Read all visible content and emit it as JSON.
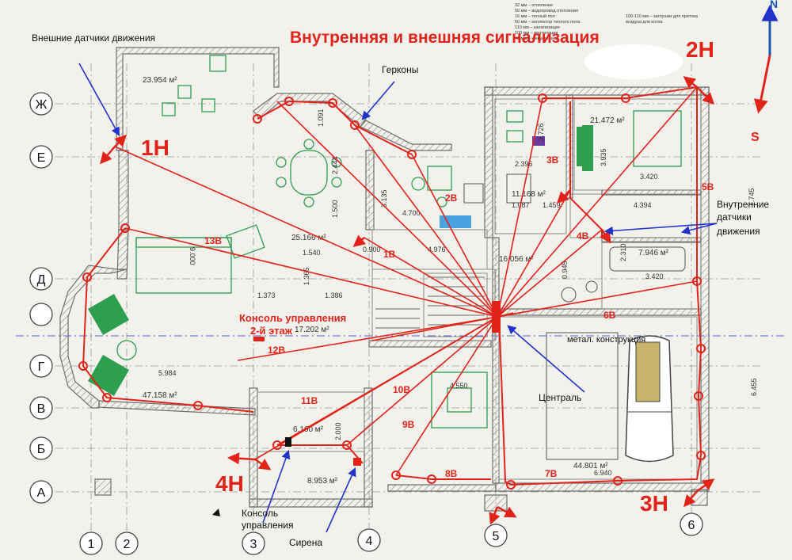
{
  "title": "Внутренняя и внешняя сигнализация",
  "colors": {
    "alarm": "#e2231a",
    "pointer": "#2233cc",
    "wall": "#8a8a8a",
    "furniture": "#2e9e4f",
    "compass_north": "#1b56b5"
  },
  "compass": {
    "north": "N",
    "south": "S"
  },
  "annotations": {
    "outdoor_sensors": "Внешние датчики движения",
    "reed_switches": "Герконы",
    "indoor_sensors_1": "Внутренние",
    "indoor_sensors_2": "датчики",
    "indoor_sensors_3": "движения",
    "central": "Централь",
    "console_2nd_1": "Консоль управления",
    "console_2nd_2": "2-й этаж",
    "console_1": "Консоль",
    "console_2": "управления",
    "siren": "Сирена",
    "metal": "метал. конструкция"
  },
  "outdoor_zones": [
    "1Н",
    "2Н",
    "3Н",
    "4Н"
  ],
  "indoor_zones": [
    "1В",
    "2В",
    "3В",
    "4В",
    "5В",
    "6В",
    "7В",
    "8В",
    "9В",
    "10В",
    "11В",
    "12В",
    "13В"
  ],
  "row_axes": [
    "Ж",
    "Е",
    "Д",
    "Г",
    "В",
    "Б",
    "А"
  ],
  "column_axes": [
    "1",
    "2",
    "3",
    "4",
    "5",
    "6"
  ],
  "areas": [
    "23.954 м²",
    "25.166 м²",
    "21.472 м²",
    "11.168 м²",
    "16.056 м²",
    "7.946 м²",
    "47.158 м²",
    "6.160 м²",
    "8.953 м²",
    "44.801 м²",
    "17.202 м²"
  ],
  "dimensions": [
    "1.091",
    "2.444",
    "3.135",
    "1.500",
    "1.365",
    "1.540",
    "1.373",
    "1.386",
    "4.700",
    "4.976",
    "3.726",
    "2.396",
    "1.087",
    "1.459",
    "3.935",
    "3.420",
    "4.394",
    "2.310",
    "0.945",
    "3.420",
    "7.745",
    "6.455",
    "9.000",
    "5.984",
    "4.550",
    "2.000",
    "6.940",
    "0.900"
  ],
  "legend_lines": [
    "32 мм – отопление",
    "50 мм – водопровод отопления",
    "16 мм – теплый пол",
    "50 мм – коллектор теплого пола",
    "110 мм – канализация",
    "100 мм – вентиляция",
    "40 мм – кондиционер"
  ],
  "legend_right": [
    "100-110 мм – заглушки для притока",
    "воздуха для котла"
  ]
}
